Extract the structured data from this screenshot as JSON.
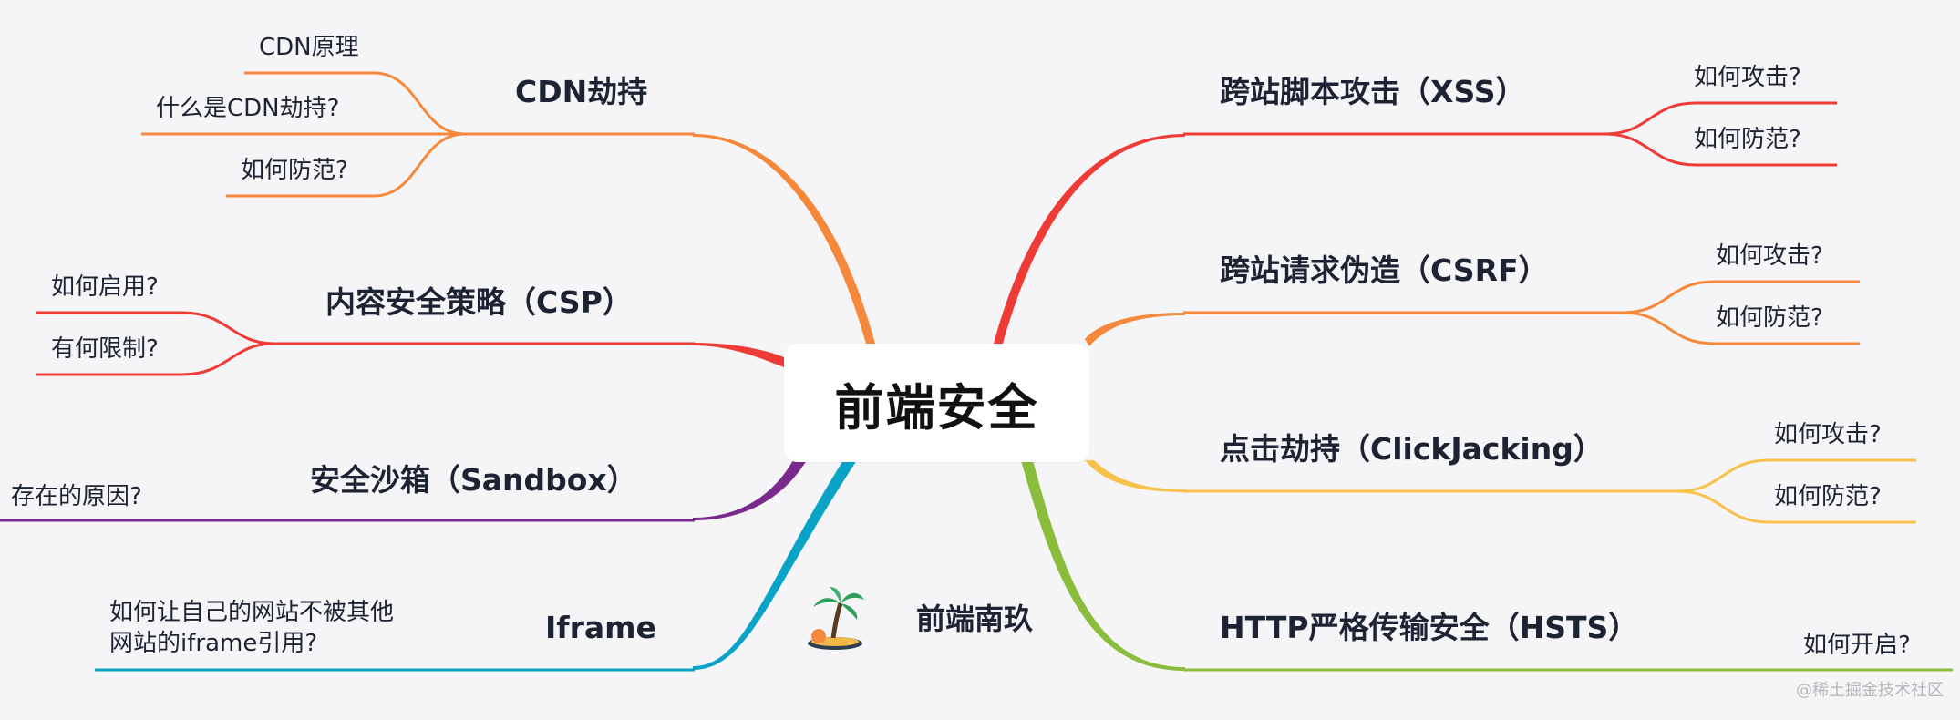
{
  "root": {
    "title": "前端安全"
  },
  "branches": {
    "cdn": {
      "title": "CDN劫持",
      "color": "#f5883a",
      "leaves": [
        "CDN原理",
        "什么是CDN劫持?",
        "如何防范?"
      ]
    },
    "csp": {
      "title": "内容安全策略（CSP）",
      "color": "#ef3b36",
      "leaves": [
        "如何启用?",
        "有何限制?"
      ]
    },
    "sandbox": {
      "title": "安全沙箱（Sandbox）",
      "color": "#7a2a8c",
      "leaves": [
        "存在的原因?"
      ]
    },
    "iframe": {
      "title": "Iframe",
      "color": "#0aa3c8",
      "leaves": [
        "如何让自己的网站不被其他网站的iframe引用?"
      ]
    },
    "xss": {
      "title": "跨站脚本攻击（XSS）",
      "color": "#ef3b36",
      "leaves": [
        "如何攻击?",
        "如何防范?"
      ]
    },
    "csrf": {
      "title": "跨站请求伪造（CSRF）",
      "color": "#f5883a",
      "leaves": [
        "如何攻击?",
        "如何防范?"
      ]
    },
    "click": {
      "title": "点击劫持（ClickJacking）",
      "color": "#f8c14a",
      "leaves": [
        "如何攻击?",
        "如何防范?"
      ]
    },
    "hsts": {
      "title": "HTTP严格传输安全（HSTS）",
      "color": "#8bbd3c",
      "leaves": [
        "如何开启?"
      ]
    }
  },
  "brand": {
    "name": "前端南玖",
    "icon": "palm-island-icon"
  },
  "watermark": "@稀土掘金技术社区"
}
